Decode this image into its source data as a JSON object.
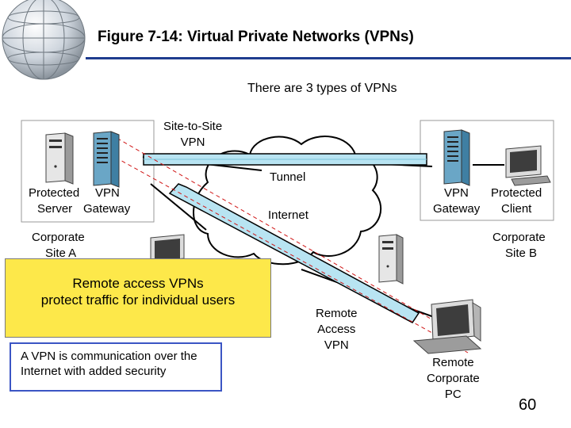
{
  "title": "Figure 7-14: Virtual Private Networks (VPNs)",
  "subtitle": "There are 3 types of VPNs",
  "labels": {
    "site_to_site": [
      "Site-to-Site",
      "VPN"
    ],
    "tunnel": "Tunnel",
    "internet": "Internet",
    "protected_server": [
      "Protected",
      "Server"
    ],
    "vpn_gateway_a": [
      "VPN",
      "Gateway"
    ],
    "corporate_site_a": [
      "Corporate",
      "Site A"
    ],
    "vpn_gateway_b": [
      "VPN",
      "Gateway"
    ],
    "protected_client": [
      "Protected",
      "Client"
    ],
    "corporate_site_b": [
      "Corporate",
      "Site B"
    ],
    "remote_access_vpn": [
      "Remote",
      "Access",
      "VPN"
    ],
    "remote_corporate_pc": [
      "Remote",
      "Corporate",
      "PC"
    ]
  },
  "callouts": {
    "remote_access": [
      "Remote access VPNs",
      "protect traffic for individual users"
    ],
    "definition": [
      "A VPN is communication over the",
      "Internet with added security"
    ]
  },
  "page_number": "60",
  "colors": {
    "accent": "#1f3c8f",
    "callout_yellow": "#fde84a",
    "tunnel_fill": "#b8e4f2",
    "dashed_line": "#d01515"
  }
}
